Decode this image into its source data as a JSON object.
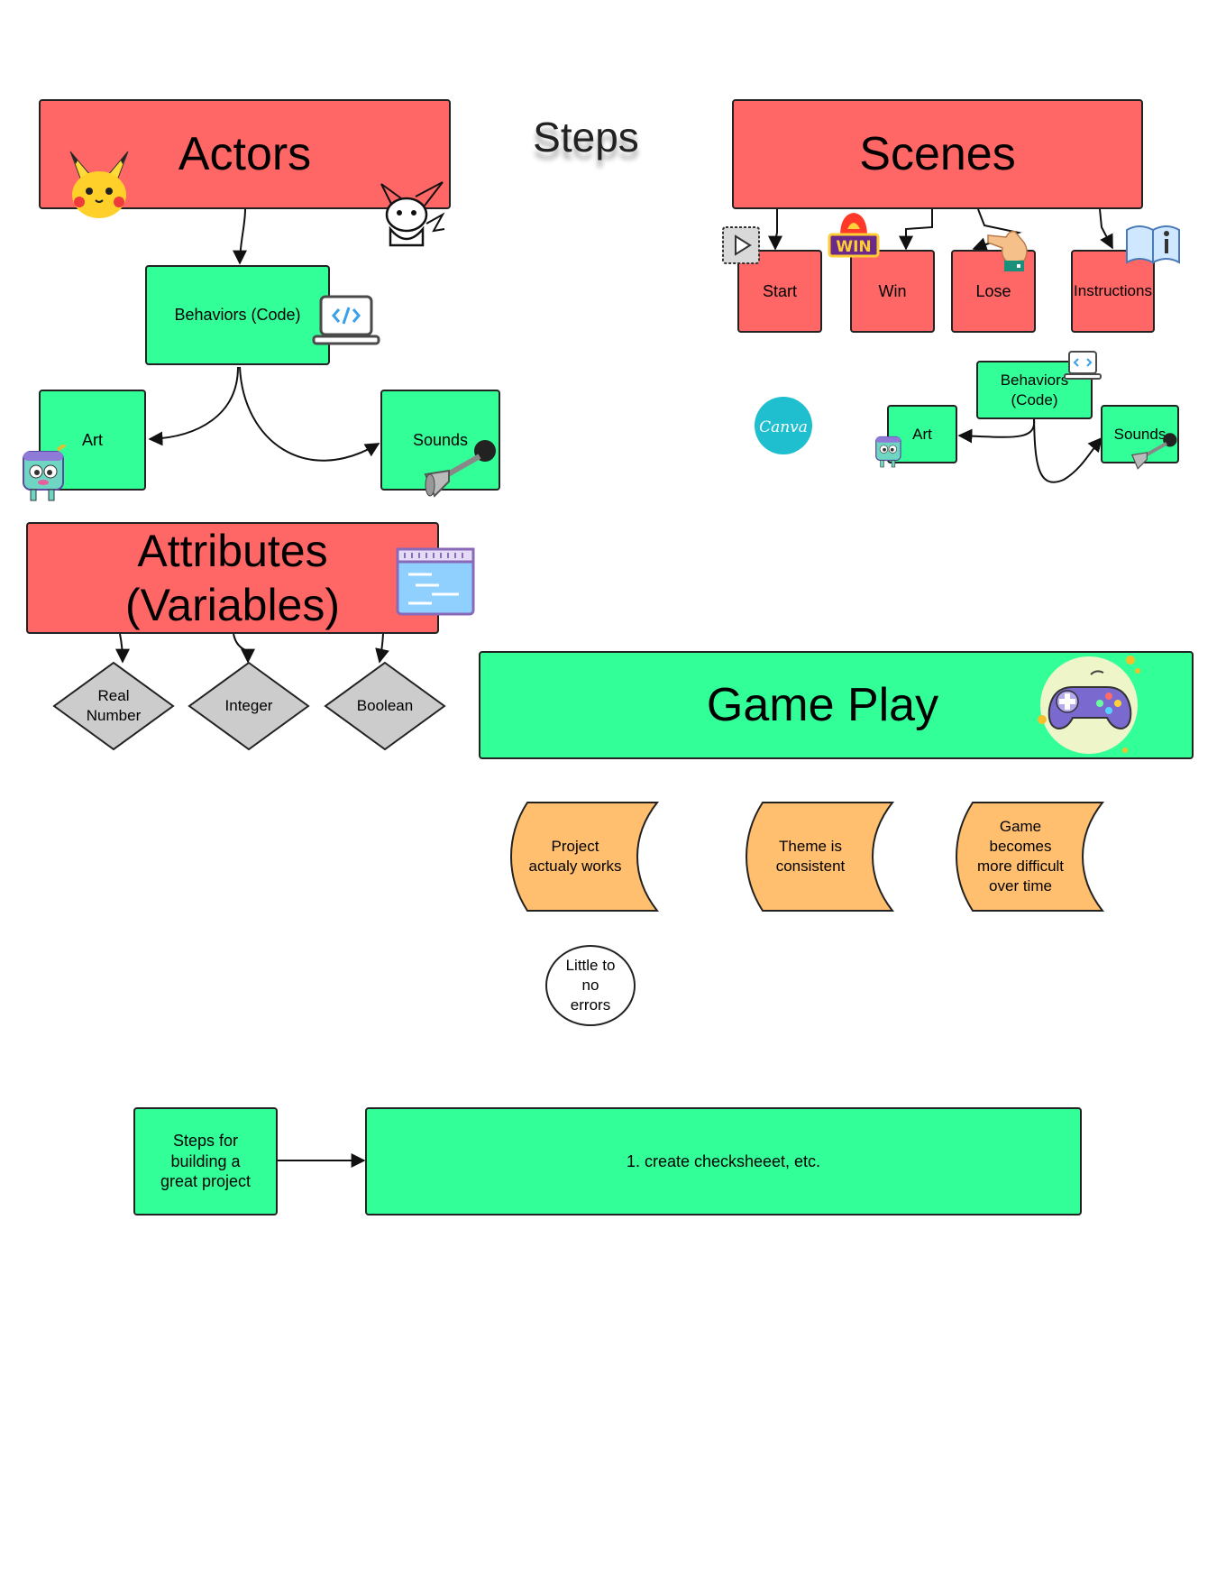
{
  "page_title": "Steps",
  "actors": {
    "title": "Actors",
    "behaviors": "Behaviors (Code)",
    "art": "Art",
    "sounds": "Sounds"
  },
  "scenes": {
    "title": "Scenes",
    "start": "Start",
    "win": "Win",
    "lose": "Lose",
    "instructions": "Instructions",
    "behaviors_line1": "Behaviors",
    "behaviors_line2": "(Code)",
    "art": "Art",
    "sounds": "Sounds",
    "win_badge": "WIN",
    "canva_logo": "Canva"
  },
  "attributes": {
    "title_line1": "Attributes",
    "title_line2": "(Variables)",
    "real_line1": "Real",
    "real_line2": "Number",
    "integer": "Integer",
    "boolean": "Boolean"
  },
  "gameplay": {
    "title": "Game Play",
    "items": [
      [
        "Project",
        "actualy works"
      ],
      [
        "Theme is",
        "consistent"
      ],
      [
        "Game",
        "becomes",
        "more difficult",
        "over time"
      ]
    ],
    "circle": [
      "Little to",
      "no",
      "errors"
    ]
  },
  "steps_row": {
    "left": [
      "Steps for",
      "building a",
      "great project"
    ],
    "right": "1. create checksheeet, etc."
  },
  "colors": {
    "red": "#ff6666",
    "green": "#33ff99",
    "orange": "#ffbf6e",
    "gray": "#cccccc"
  }
}
